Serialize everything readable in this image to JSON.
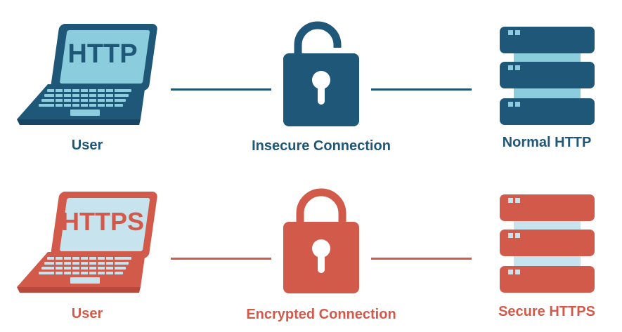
{
  "colors": {
    "http": "#1e5778",
    "http_light": "#8bcddc",
    "https": "#d25a4b",
    "https_light": "#c7e3ee"
  },
  "rows": [
    {
      "id": "http",
      "laptop_text": "HTTP",
      "user_label": "User",
      "connection_label": "Insecure Connection",
      "server_label": "Normal HTTP",
      "lock_state": "unlocked",
      "icons": [
        "laptop-icon",
        "open-padlock-icon",
        "server-icon"
      ]
    },
    {
      "id": "https",
      "laptop_text": "HTTPS",
      "user_label": "User",
      "connection_label": "Encrypted Connection",
      "server_label": "Secure HTTPS",
      "lock_state": "locked",
      "icons": [
        "laptop-icon",
        "closed-padlock-icon",
        "server-icon"
      ]
    }
  ]
}
